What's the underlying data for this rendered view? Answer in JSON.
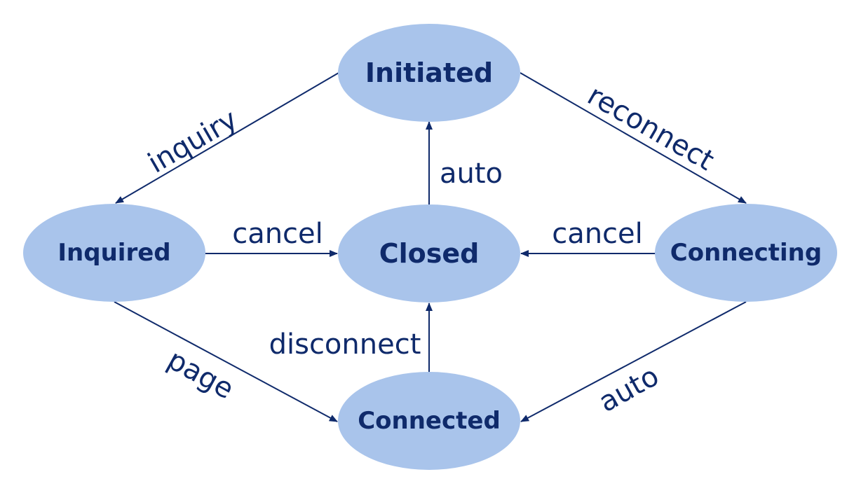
{
  "colors": {
    "node_fill": "#a9c4eb",
    "ink": "#0f2a6b",
    "background": "#ffffff"
  },
  "states": {
    "initiated": "Initiated",
    "inquired": "Inquired",
    "closed": "Closed",
    "connecting": "Connecting",
    "connected": "Connected"
  },
  "transitions": {
    "initiated_to_inquired": "inquiry",
    "initiated_to_connecting": "reconnect",
    "closed_to_initiated": "auto",
    "inquired_to_closed": "cancel",
    "connecting_to_closed": "cancel",
    "inquired_to_connected": "page",
    "connected_to_closed": "disconnect",
    "connecting_to_connected": "auto"
  }
}
